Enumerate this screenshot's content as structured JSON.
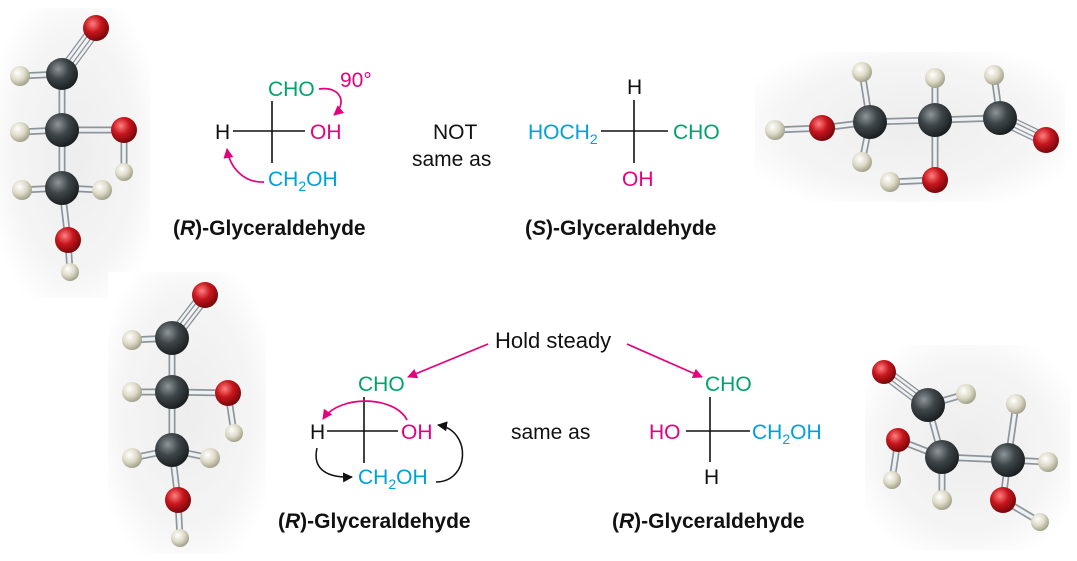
{
  "colors": {
    "aldehyde": "#00a36c",
    "hydroxyl": "#e5007d",
    "hydroxymethyl": "#00a0dd",
    "ink": "#111111"
  },
  "top_row": {
    "r_projection": {
      "top": "CHO",
      "left": "H",
      "right": "OH",
      "bottom": {
        "main": "CH",
        "sub": "2",
        "end": "OH"
      },
      "rotation_label": "90°",
      "label": {
        "open": "(",
        "config": "R",
        "close": ")-Glyceraldehyde"
      }
    },
    "comparison": {
      "line1": "NOT",
      "line2": "same as"
    },
    "s_projection": {
      "top": "H",
      "left": {
        "main": "HOCH",
        "sub": "2"
      },
      "right": "CHO",
      "bottom": "OH",
      "label": {
        "open": "(",
        "config": "S",
        "close": ")-Glyceraldehyde"
      }
    }
  },
  "bottom_row": {
    "instruction": "Hold steady",
    "left_projection": {
      "top": "CHO",
      "left": "H",
      "right": "OH",
      "bottom": {
        "main": "CH",
        "sub": "2",
        "end": "OH"
      },
      "label": {
        "open": "(",
        "config": "R",
        "close": ")-Glyceraldehyde"
      }
    },
    "comparison": "same as",
    "right_projection": {
      "top": "CHO",
      "left": "HO",
      "right": {
        "main": "CH",
        "sub": "2",
        "end": "OH"
      },
      "bottom": "H",
      "label": {
        "open": "(",
        "config": "R",
        "close": ")-Glyceraldehyde"
      }
    }
  }
}
